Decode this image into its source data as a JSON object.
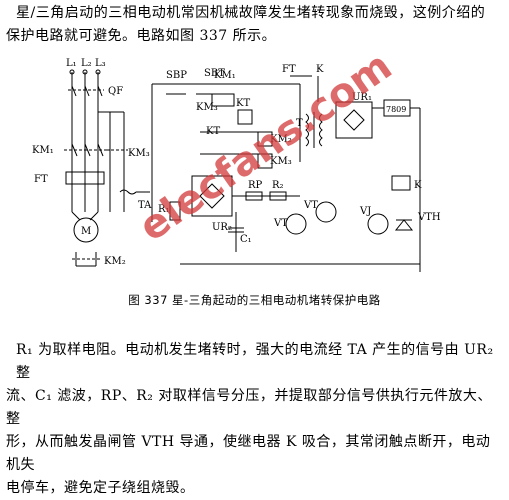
{
  "intro": {
    "line1": "星/三角启动的三相电动机常因机械故障发生堵转现象而烧毁，这例介绍的",
    "line2": "保护电路就可避免。电路如图 337 所示。"
  },
  "caption": "图 337   星-三角起动的三相电动机堵转保护电路",
  "watermark": "elecfans.com",
  "labels": {
    "L1": "L₁",
    "L2": "L₂",
    "L3": "L₃",
    "QF": "QF",
    "KM1": "KM₁",
    "KM3": "KM₃",
    "KM2": "KM₂",
    "FT": "FT",
    "TA": "TA",
    "M": "M",
    "SBP": "SBP",
    "SBT": "SBT",
    "KT": "KT",
    "K": "K",
    "T": "T",
    "UR1": "UR₁",
    "UR2": "UR₂",
    "reg": "7809",
    "R1": "R₁",
    "RP": "RP",
    "R2": "R₂",
    "C1": "C₁",
    "VT": "VT",
    "VJ": "VJ",
    "VTH": "VTH"
  },
  "body": {
    "line1": "R₁ 为取样电阻。电动机发生堵转时，强大的电流经 TA 产生的信号由 UR₂ 整",
    "line2": "流、C₁ 滤波，RP、R₂ 对取样信号分压，并提取部分信号供执行元件放大、整",
    "line3": "形，从而触发晶闸管 VTH 导通，使继电器 K 吸合，其常闭触点断开，电动机失",
    "line4": "电停车，避免定子绕组烧毁。"
  }
}
